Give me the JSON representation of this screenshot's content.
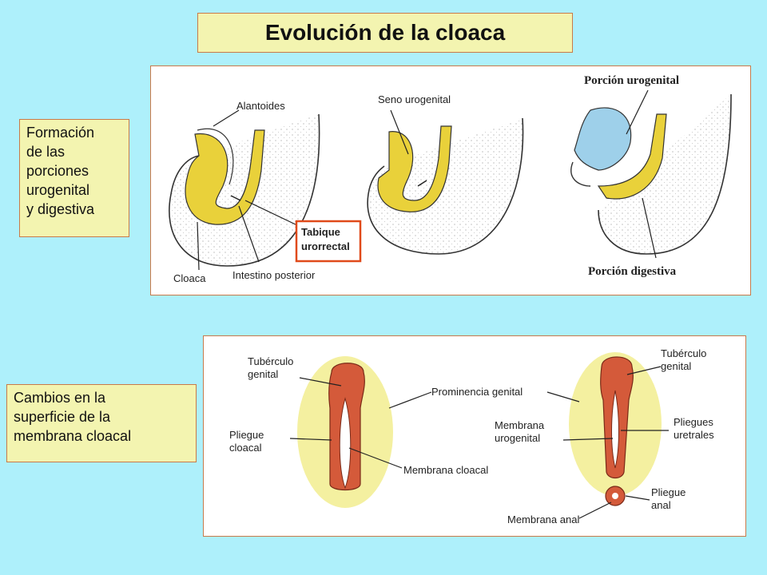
{
  "title": "Evolución de la cloaca",
  "side_top": {
    "lines": [
      "Formación",
      "de las",
      "porciones",
      "urogenital",
      "y digestiva"
    ]
  },
  "side_bottom": {
    "lines": [
      "Cambios en la",
      "superficie de la",
      "membrana  cloacal"
    ]
  },
  "top_diagram": {
    "alantoides": "Alantoides",
    "cloaca": "Cloaca",
    "intestino": "Intestino posterior",
    "seno": "Seno urogenital",
    "tabique_line1": "Tabique",
    "tabique_line2": "urorrectal",
    "porcion_urogenital": "Porción urogenital",
    "porcion_digestiva": "Porción digestiva"
  },
  "bottom_diagram": {
    "tuberculo_left_1": "Tubérculo",
    "tuberculo_left_2": "genital",
    "pliegue_cloacal_1": "Pliegue",
    "pliegue_cloacal_2": "cloacal",
    "prominencia": "Prominencia genital",
    "membrana_cloacal": "Membrana cloacal",
    "tuberculo_right_1": "Tubérculo",
    "tuberculo_right_2": "genital",
    "membrana_uro_1": "Membrana",
    "membrana_uro_2": "urogenital",
    "pliegues_uretrales_1": "Pliegues",
    "pliegues_uretrales_2": "uretrales",
    "pliegue_anal_1": "Pliegue",
    "pliegue_anal_2": "anal",
    "membrana_anal": "Membrana anal"
  },
  "colors": {
    "background": "#aef0fb",
    "box_fill": "#f3f4b0",
    "yellow_tube": "#e9d13a",
    "urogenital_blue": "#9ed0ea",
    "red_tubercle": "#d45a3a",
    "tabique_border": "#e04a1a"
  }
}
